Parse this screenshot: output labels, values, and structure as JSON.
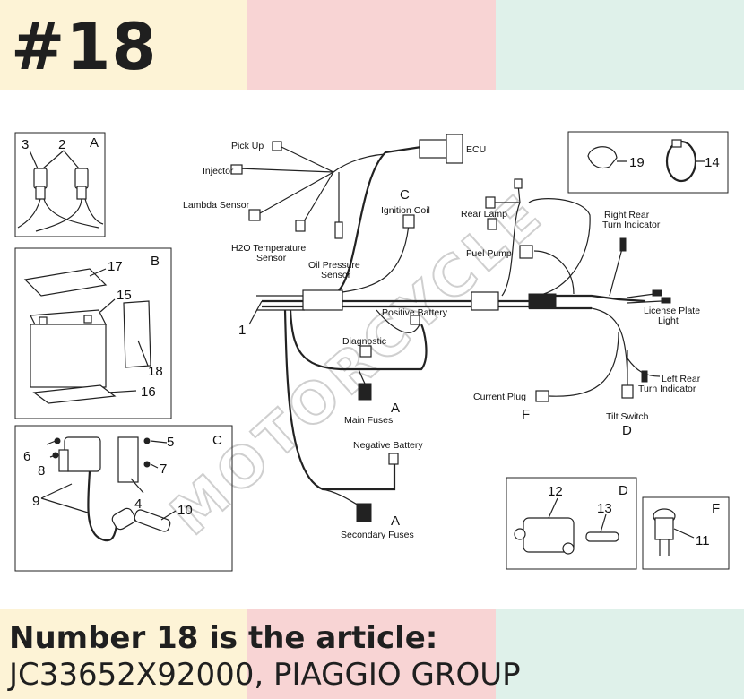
{
  "header": {
    "page_number": "#18"
  },
  "colors": {
    "band_yellow": "#fdf3d6",
    "band_pink": "#f8d4d4",
    "band_mint": "#dff1ea",
    "text": "#1f1f1f"
  },
  "diagram": {
    "labels": {
      "pick_up": "Pick Up",
      "injector": "Injector",
      "lambda_sensor": "Lambda Sensor",
      "h2o_sensor_1": "H2O Temperature",
      "h2o_sensor_2": "Sensor",
      "oil_pressure_1": "Oil Pressure",
      "oil_pressure_2": "Sensor",
      "ecu": "ECU",
      "ignition_coil": "Ignition Coil",
      "rear_lamp": "Rear Lamp",
      "right_rear_1": "Right Rear",
      "right_rear_2": "Turn Indicator",
      "fuel_pump": "Fuel Pump",
      "license_plate_1": "License Plate",
      "license_plate_2": "Light",
      "positive_battery": "Positive Battery",
      "diagnostic": "Diagnostic",
      "main_fuses": "Main Fuses",
      "current_plug": "Current Plug",
      "left_rear_1": "Left Rear",
      "left_rear_2": "Turn Indicator",
      "tilt_switch": "Tilt Switch",
      "negative_battery": "Negative Battery",
      "secondary_fuses": "Secondary Fuses"
    },
    "letters": {
      "a1": "A",
      "a2": "A",
      "a3": "A",
      "b": "B",
      "c1": "C",
      "c2": "C",
      "d1": "D",
      "d2": "D",
      "f1": "F",
      "f2": "F"
    },
    "numbers": {
      "n1": "1",
      "n2": "2",
      "n3": "3",
      "n4": "4",
      "n5": "5",
      "n6": "6",
      "n7": "7",
      "n8": "8",
      "n9": "9",
      "n10": "10",
      "n11": "11",
      "n12": "12",
      "n13": "13",
      "n14": "14",
      "n15": "15",
      "n16": "16",
      "n17": "17",
      "n18": "18",
      "n19": "19"
    },
    "watermark": "MOTORCYCLE"
  },
  "caption": {
    "line1": "Number 18 is the article:",
    "line2": "JC33652X92000, PIAGGIO GROUP"
  }
}
